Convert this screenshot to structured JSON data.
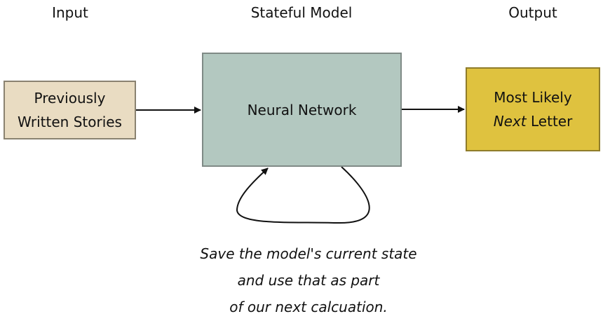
{
  "headers": {
    "input": "Input",
    "model": "Stateful Model",
    "output": "Output"
  },
  "input_box": {
    "line1": "Previously",
    "line2": "Written Stories"
  },
  "model_box": {
    "label": "Neural Network"
  },
  "output_box": {
    "line1": "Most Likely",
    "line2_italic": "Next",
    "line2_rest": "Letter"
  },
  "caption": {
    "line1": "Save the model's current state",
    "line2": "and use that as part",
    "line3": "of our next calcuation."
  },
  "colors": {
    "input_fill": "#e9dcc2",
    "model_fill": "#b3c8c0",
    "output_fill": "#dfc23f",
    "arrow": "#111111"
  }
}
